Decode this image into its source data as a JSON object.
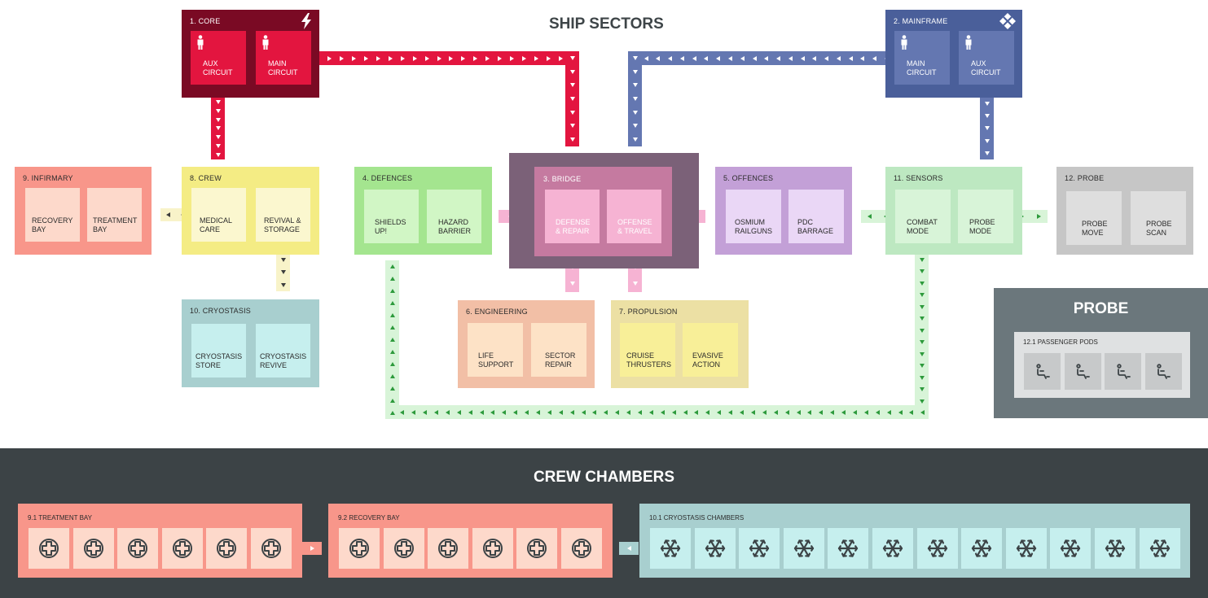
{
  "title": "SHIP SECTORS",
  "crew_chambers_title": "CREW CHAMBERS",
  "sectors": {
    "core": {
      "title": "1. CORE",
      "icon": "lightning-icon",
      "color": "#7a0a24",
      "aux": "AUX\nCIRCUIT",
      "main": "MAIN\nCIRCUIT"
    },
    "mainframe": {
      "title": "2. MAINFRAME",
      "icon": "diamond-grid-icon",
      "color": "#4a5f9a",
      "main": "MAIN\nCIRCUIT",
      "aux": "AUX\nCIRCUIT"
    },
    "bridge": {
      "title": "3. BRIDGE",
      "defense": "DEFENSE\n& REPAIR",
      "offense": "OFFENSE\n& TRAVEL"
    },
    "defences": {
      "title": "4. DEFENCES",
      "a": "SHIELDS\nUP!",
      "b": "HAZARD\nBARRIER"
    },
    "offences": {
      "title": "5. OFFENCES",
      "a": "OSMIUM\nRAILGUNS",
      "b": "PDC\nBARRAGE"
    },
    "engineering": {
      "title": "6. ENGINEERING",
      "a": "LIFE\nSUPPORT",
      "b": "SECTOR\nREPAIR"
    },
    "propulsion": {
      "title": "7. PROPULSION",
      "a": "CRUISE\nTHRUSTERS",
      "b": "EVASIVE\nACTION"
    },
    "crew": {
      "title": "8. CREW",
      "a": "MEDICAL\nCARE",
      "b": "REVIVAL &\nSTORAGE"
    },
    "infirmary": {
      "title": "9. INFIRMARY",
      "a": "RECOVERY\nBAY",
      "b": "TREATMENT\nBAY"
    },
    "cryostasis": {
      "title": "10. CRYOSTASIS",
      "a": "CRYOSTASIS\nSTORE",
      "b": "CRYOSTASIS\nREVIVE"
    },
    "sensors": {
      "title": "11. SENSORS",
      "a": "COMBAT\nMODE",
      "b": "PROBE\nMODE"
    },
    "probe": {
      "title": "12. PROBE",
      "a": "PROBE\nMOVE",
      "b": "PROBE\nSCAN"
    }
  },
  "probe_panel": {
    "title": "PROBE",
    "pods_title": "12.1 PASSENGER PODS",
    "seat_icon": "seat-icon",
    "count": 4
  },
  "chambers": {
    "treatment": {
      "title": "9.1 TREATMENT BAY",
      "icon": "medical-cross-icon",
      "count": 6
    },
    "recovery": {
      "title": "9.2 RECOVERY BAY",
      "icon": "medical-cross-icon",
      "count": 6
    },
    "cryo": {
      "title": "10.1 CRYOSTASIS CHAMBERS",
      "icon": "snowflake-icon",
      "count": 12
    }
  }
}
